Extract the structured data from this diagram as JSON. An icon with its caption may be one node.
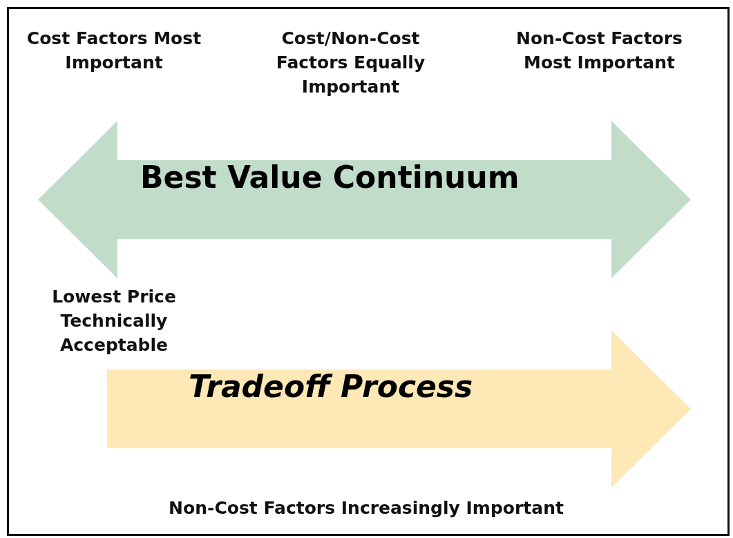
{
  "diagram": {
    "nodes": [
      {
        "text": [
          "Best Value Continuum"
        ]
      },
      {
        "text": [
          "Tradeoff Process"
        ]
      }
    ],
    "labels": [
      "Cost Factors Most Important",
      "Cost/Non-Cost Factors Equally Important",
      "Non-Cost Factors Most Important",
      "Lowest Price Technically Acceptable",
      "Non-Cost Factors Increasingly Important"
    ]
  }
}
